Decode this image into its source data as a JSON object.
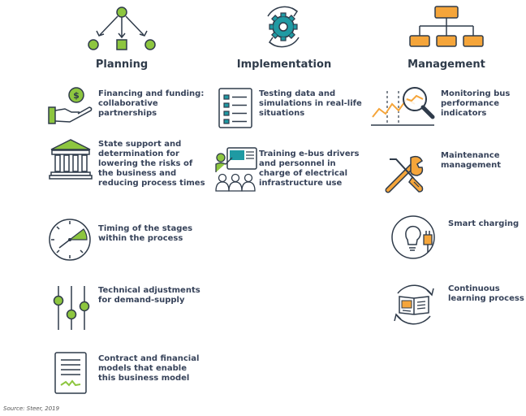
{
  "colors": {
    "ink": "#2f3b4a",
    "green": "#8dc63f",
    "teal": "#1f9aa3",
    "orange": "#f5a53a"
  },
  "columns": [
    {
      "title": "Planning",
      "header_icon": "hierarchy-tree-icon",
      "items": [
        {
          "icon": "hand-coin-icon",
          "text": "Financing and funding:\ncollaborative\npartnerships"
        },
        {
          "icon": "government-building-icon",
          "text": "State support and\ndetermination for\nlowering the risks of\nthe business and\nreducing process times"
        },
        {
          "icon": "stopwatch-icon",
          "text": "Timing of the stages\nwithin the process"
        },
        {
          "icon": "sliders-icon",
          "text": "Technical adjustments\nfor demand-supply"
        },
        {
          "icon": "contract-document-icon",
          "text": "Contract and financial\nmodels that enable\nthis business model"
        }
      ]
    },
    {
      "title": "Implementation",
      "header_icon": "gear-cycle-icon",
      "items": [
        {
          "icon": "checklist-icon",
          "text": "Testing data and\nsimulations in real-life\nsituations"
        },
        {
          "icon": "training-presentation-icon",
          "text": "Training e-bus drivers\nand personnel in\ncharge of electrical\ninfrastructure use"
        }
      ]
    },
    {
      "title": "Management",
      "header_icon": "org-chart-icon",
      "items": [
        {
          "icon": "magnifier-chart-icon",
          "text": "Monitoring bus\nperformance\nindicators"
        },
        {
          "icon": "wrench-screwdriver-icon",
          "text": "Maintenance\nmanagement"
        },
        {
          "icon": "lightbulb-plug-icon",
          "text": "Smart charging"
        },
        {
          "icon": "book-cycle-icon",
          "text": "Continuous\nlearning process"
        }
      ]
    }
  ],
  "source": "Source: Steer, 2019"
}
